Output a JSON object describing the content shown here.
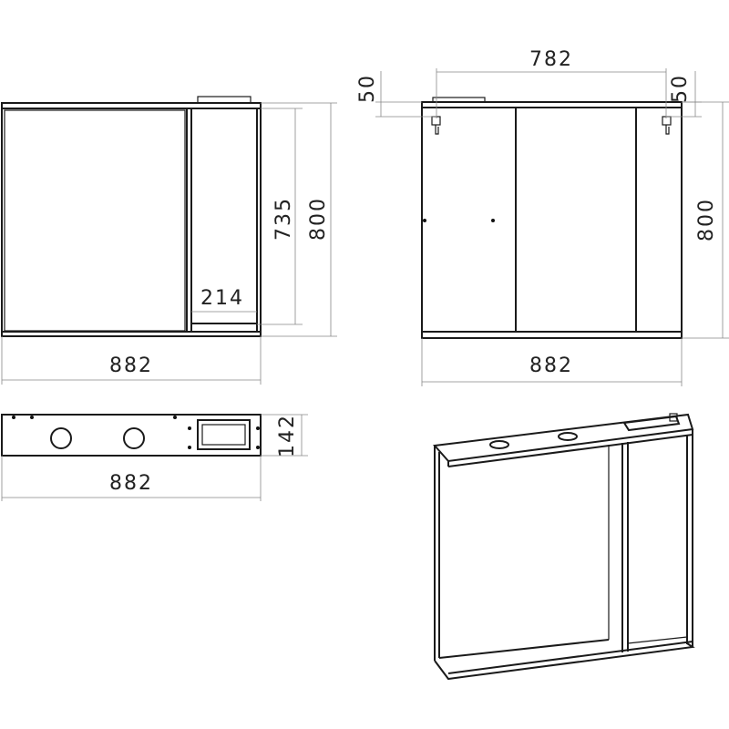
{
  "front_view": {
    "width": "882",
    "height": "800",
    "inner_height": "735",
    "shelf_width": "214"
  },
  "back_view": {
    "width": "882",
    "height": "800",
    "hook_span": "782",
    "left_offset": "50",
    "right_offset": "50"
  },
  "top_view": {
    "width": "882",
    "depth": "142"
  },
  "colors": {
    "line": "#1a1a1a",
    "dimension": "#888888"
  }
}
